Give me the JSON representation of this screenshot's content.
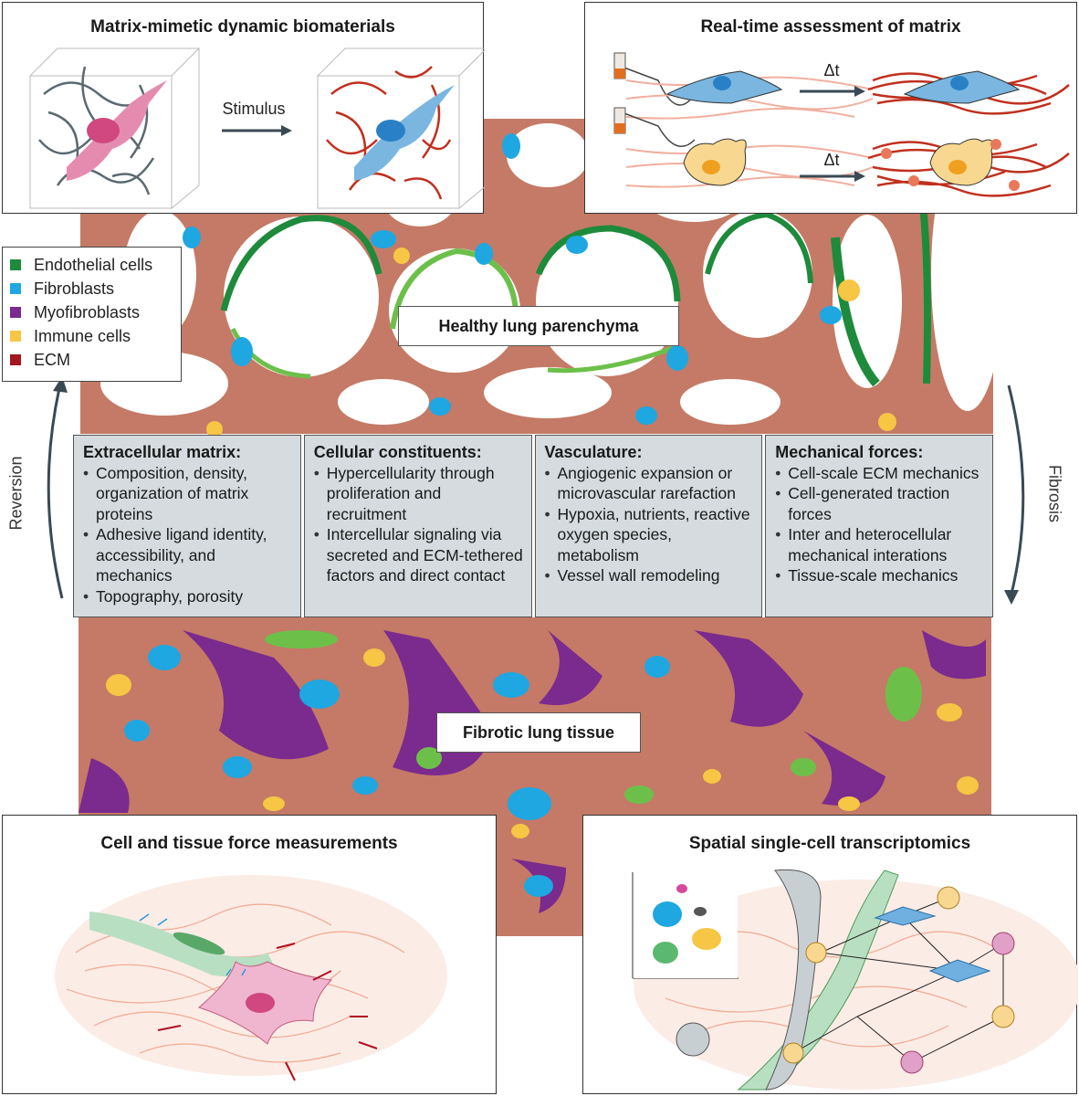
{
  "panels": {
    "matrix_mimetic": {
      "title": "Matrix-mimetic dynamic biomaterials",
      "arrow_label": "Stimulus"
    },
    "realtime": {
      "title": "Real-time assessment of matrix",
      "arrow_label_1": "Δt",
      "arrow_label_2": "Δt"
    },
    "force": {
      "title": "Cell and tissue force measurements"
    },
    "spatial": {
      "title": "Spatial single-cell transcriptomics"
    }
  },
  "legend": {
    "items": [
      {
        "label": "Endothelial cells",
        "color": "#1e8a3c"
      },
      {
        "label": "Fibroblasts",
        "color": "#1ea7e1"
      },
      {
        "label": "Myofibroblasts",
        "color": "#7b2a8e"
      },
      {
        "label": "Immune cells",
        "color": "#f6c644"
      },
      {
        "label": "ECM",
        "color": "#a3161f"
      }
    ]
  },
  "tissue_labels": {
    "healthy": "Healthy lung parenchyma",
    "fibrotic": "Fibrotic lung tissue"
  },
  "side_labels": {
    "left": "Reversion",
    "right": "Fibrosis"
  },
  "info_boxes": [
    {
      "heading": "Extracellular matrix:",
      "bullets": [
        "Composition, density, organization of matrix proteins",
        "Adhesive ligand identity, accessibility, and mechanics",
        "Topography, porosity"
      ]
    },
    {
      "heading": "Cellular constituents:",
      "bullets": [
        "Hypercellularity through proliferation and recruitment",
        "Intercellular signaling via secreted and ECM-tethered factors and direct contact"
      ]
    },
    {
      "heading": "Vasculature:",
      "bullets": [
        "Angiogenic expansion or microvascular rarefaction",
        "Hypoxia, nutrients, reactive oxygen species, metabolism",
        "Vessel wall remodeling"
      ]
    },
    {
      "heading": "Mechanical forces:",
      "bullets": [
        "Cell-scale ECM mechanics",
        "Cell-generated traction forces",
        "Inter and heterocellular mechanical interations",
        "Tissue-scale mechanics"
      ]
    }
  ],
  "colors": {
    "tissue": "#c47a66",
    "endothelial": "#1e8a3c",
    "endothelial_light": "#6cc04a",
    "fibroblast": "#1ea7e1",
    "myofibroblast": "#7b2a8e",
    "immune": "#f6c644",
    "ecm": "#a3161f",
    "box_gray": "#d5dbde",
    "arrow": "#3a4a55"
  }
}
